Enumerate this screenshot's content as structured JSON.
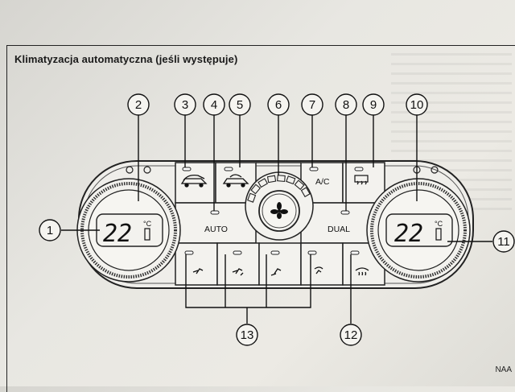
{
  "section_title": "Klimatyzacja automatyczna (jeśli występuje)",
  "code": "NAA",
  "callouts": [
    "1",
    "2",
    "3",
    "4",
    "5",
    "6",
    "7",
    "8",
    "9",
    "10",
    "11",
    "12",
    "13"
  ],
  "labels": {
    "auto": "AUTO",
    "dual": "DUAL",
    "ac": "A/C"
  },
  "displays": {
    "left_temp": "22",
    "left_unit": "°C",
    "right_temp": "22",
    "right_unit": "°C"
  },
  "icons": {
    "btn3": "recirculation-car-icon",
    "btn5": "fresh-air-car-icon",
    "btn6": "fan-icon",
    "btn9": "rear-defrost-icon",
    "m1": "face-vent-icon",
    "m2": "face-foot-vent-icon",
    "m3": "foot-vent-icon",
    "m4": "foot-defrost-icon",
    "m5": "windshield-defrost-icon"
  }
}
